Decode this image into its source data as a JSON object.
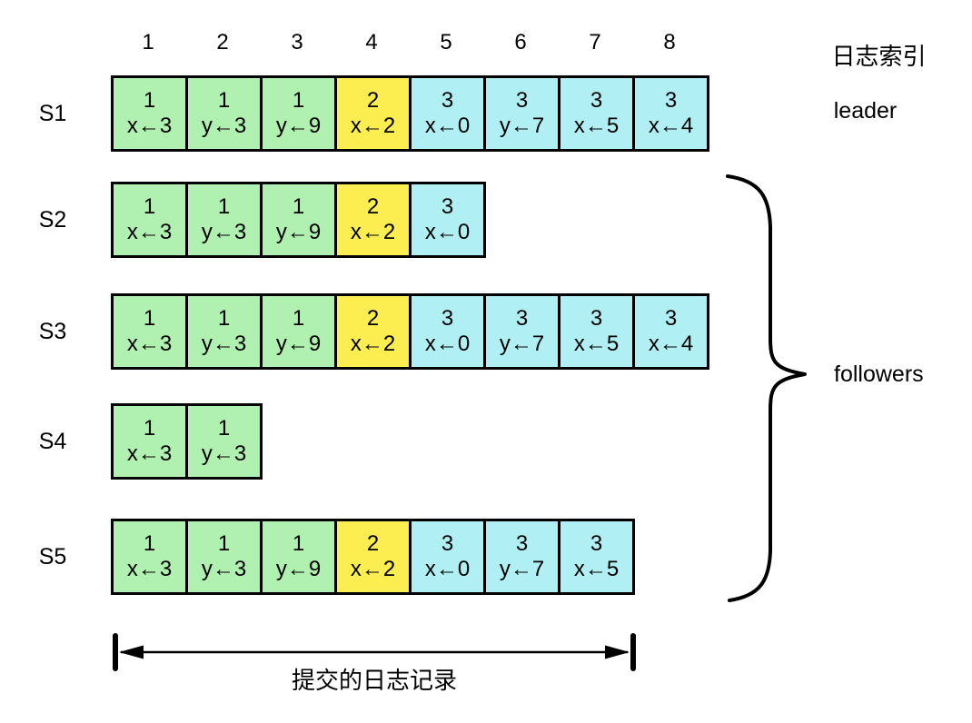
{
  "diagram": {
    "log_index_label": "日志索引",
    "leader_label": "leader",
    "followers_label": "followers",
    "committed_label": "提交的日志记录"
  },
  "index_numbers": [
    "1",
    "2",
    "3",
    "4",
    "5",
    "6",
    "7",
    "8"
  ],
  "colors": {
    "term1": "#b0f0b0",
    "term2": "#fcee50",
    "term3": "#b0f0f5",
    "border": "#000000"
  },
  "committed_range": {
    "from_index": 1,
    "to_index": 7
  },
  "servers": [
    {
      "name": "S1",
      "role": "leader",
      "entries": [
        {
          "term": "1",
          "cmd": "x←3"
        },
        {
          "term": "1",
          "cmd": "y←3"
        },
        {
          "term": "1",
          "cmd": "y←9"
        },
        {
          "term": "2",
          "cmd": "x←2"
        },
        {
          "term": "3",
          "cmd": "x←0"
        },
        {
          "term": "3",
          "cmd": "y←7"
        },
        {
          "term": "3",
          "cmd": "x←5"
        },
        {
          "term": "3",
          "cmd": "x←4"
        }
      ]
    },
    {
      "name": "S2",
      "role": "follower",
      "entries": [
        {
          "term": "1",
          "cmd": "x←3"
        },
        {
          "term": "1",
          "cmd": "y←3"
        },
        {
          "term": "1",
          "cmd": "y←9"
        },
        {
          "term": "2",
          "cmd": "x←2"
        },
        {
          "term": "3",
          "cmd": "x←0"
        }
      ]
    },
    {
      "name": "S3",
      "role": "follower",
      "entries": [
        {
          "term": "1",
          "cmd": "x←3"
        },
        {
          "term": "1",
          "cmd": "y←3"
        },
        {
          "term": "1",
          "cmd": "y←9"
        },
        {
          "term": "2",
          "cmd": "x←2"
        },
        {
          "term": "3",
          "cmd": "x←0"
        },
        {
          "term": "3",
          "cmd": "y←7"
        },
        {
          "term": "3",
          "cmd": "x←5"
        },
        {
          "term": "3",
          "cmd": "x←4"
        }
      ]
    },
    {
      "name": "S4",
      "role": "follower",
      "entries": [
        {
          "term": "1",
          "cmd": "x←3"
        },
        {
          "term": "1",
          "cmd": "y←3"
        }
      ]
    },
    {
      "name": "S5",
      "role": "follower",
      "entries": [
        {
          "term": "1",
          "cmd": "x←3"
        },
        {
          "term": "1",
          "cmd": "y←3"
        },
        {
          "term": "1",
          "cmd": "y←9"
        },
        {
          "term": "2",
          "cmd": "x←2"
        },
        {
          "term": "3",
          "cmd": "x←0"
        },
        {
          "term": "3",
          "cmd": "y←7"
        },
        {
          "term": "3",
          "cmd": "x←5"
        }
      ]
    }
  ]
}
